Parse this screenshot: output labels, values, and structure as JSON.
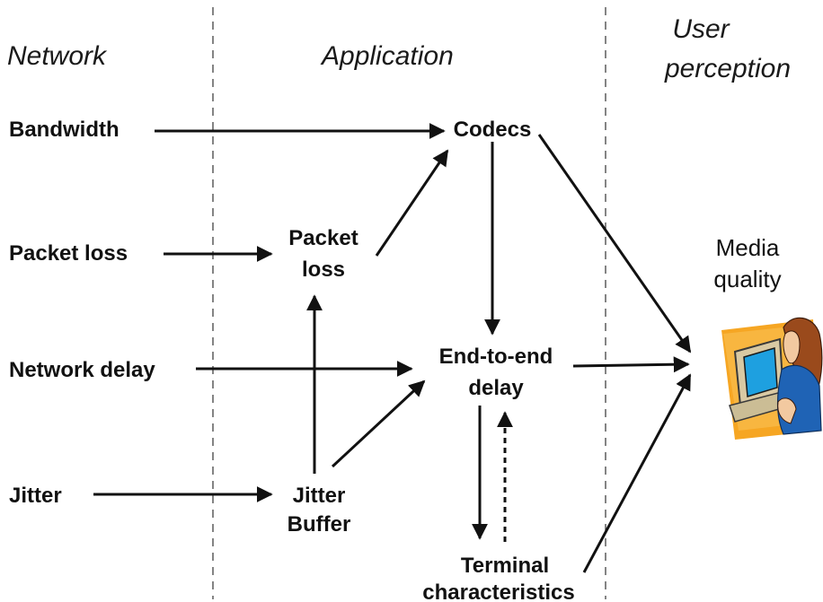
{
  "columns": {
    "network": "Network",
    "application": "Application",
    "user_line1": "User",
    "user_line2": "perception"
  },
  "network_factors": {
    "bandwidth": "Bandwidth",
    "packet_loss": "Packet loss",
    "network_delay": "Network delay",
    "jitter": "Jitter"
  },
  "application_nodes": {
    "codecs": "Codecs",
    "packet_loss_line1": "Packet",
    "packet_loss_line2": "loss",
    "end_to_end_line1": "End-to-end",
    "end_to_end_line2": "delay",
    "jitter_buffer_line1": "Jitter",
    "jitter_buffer_line2": "Buffer",
    "terminal_line1": "Terminal",
    "terminal_line2": "characteristics"
  },
  "user_nodes": {
    "media_quality_line1": "Media",
    "media_quality_line2": "quality",
    "user_illustration_icon": "person-at-computer-icon"
  },
  "colors": {
    "ink": "#111111",
    "illustration_background": "#f6a623",
    "illustration_screen": "#1ea0e0",
    "illustration_shirt": "#1f63b5",
    "illustration_hair": "#9a4a1c"
  }
}
